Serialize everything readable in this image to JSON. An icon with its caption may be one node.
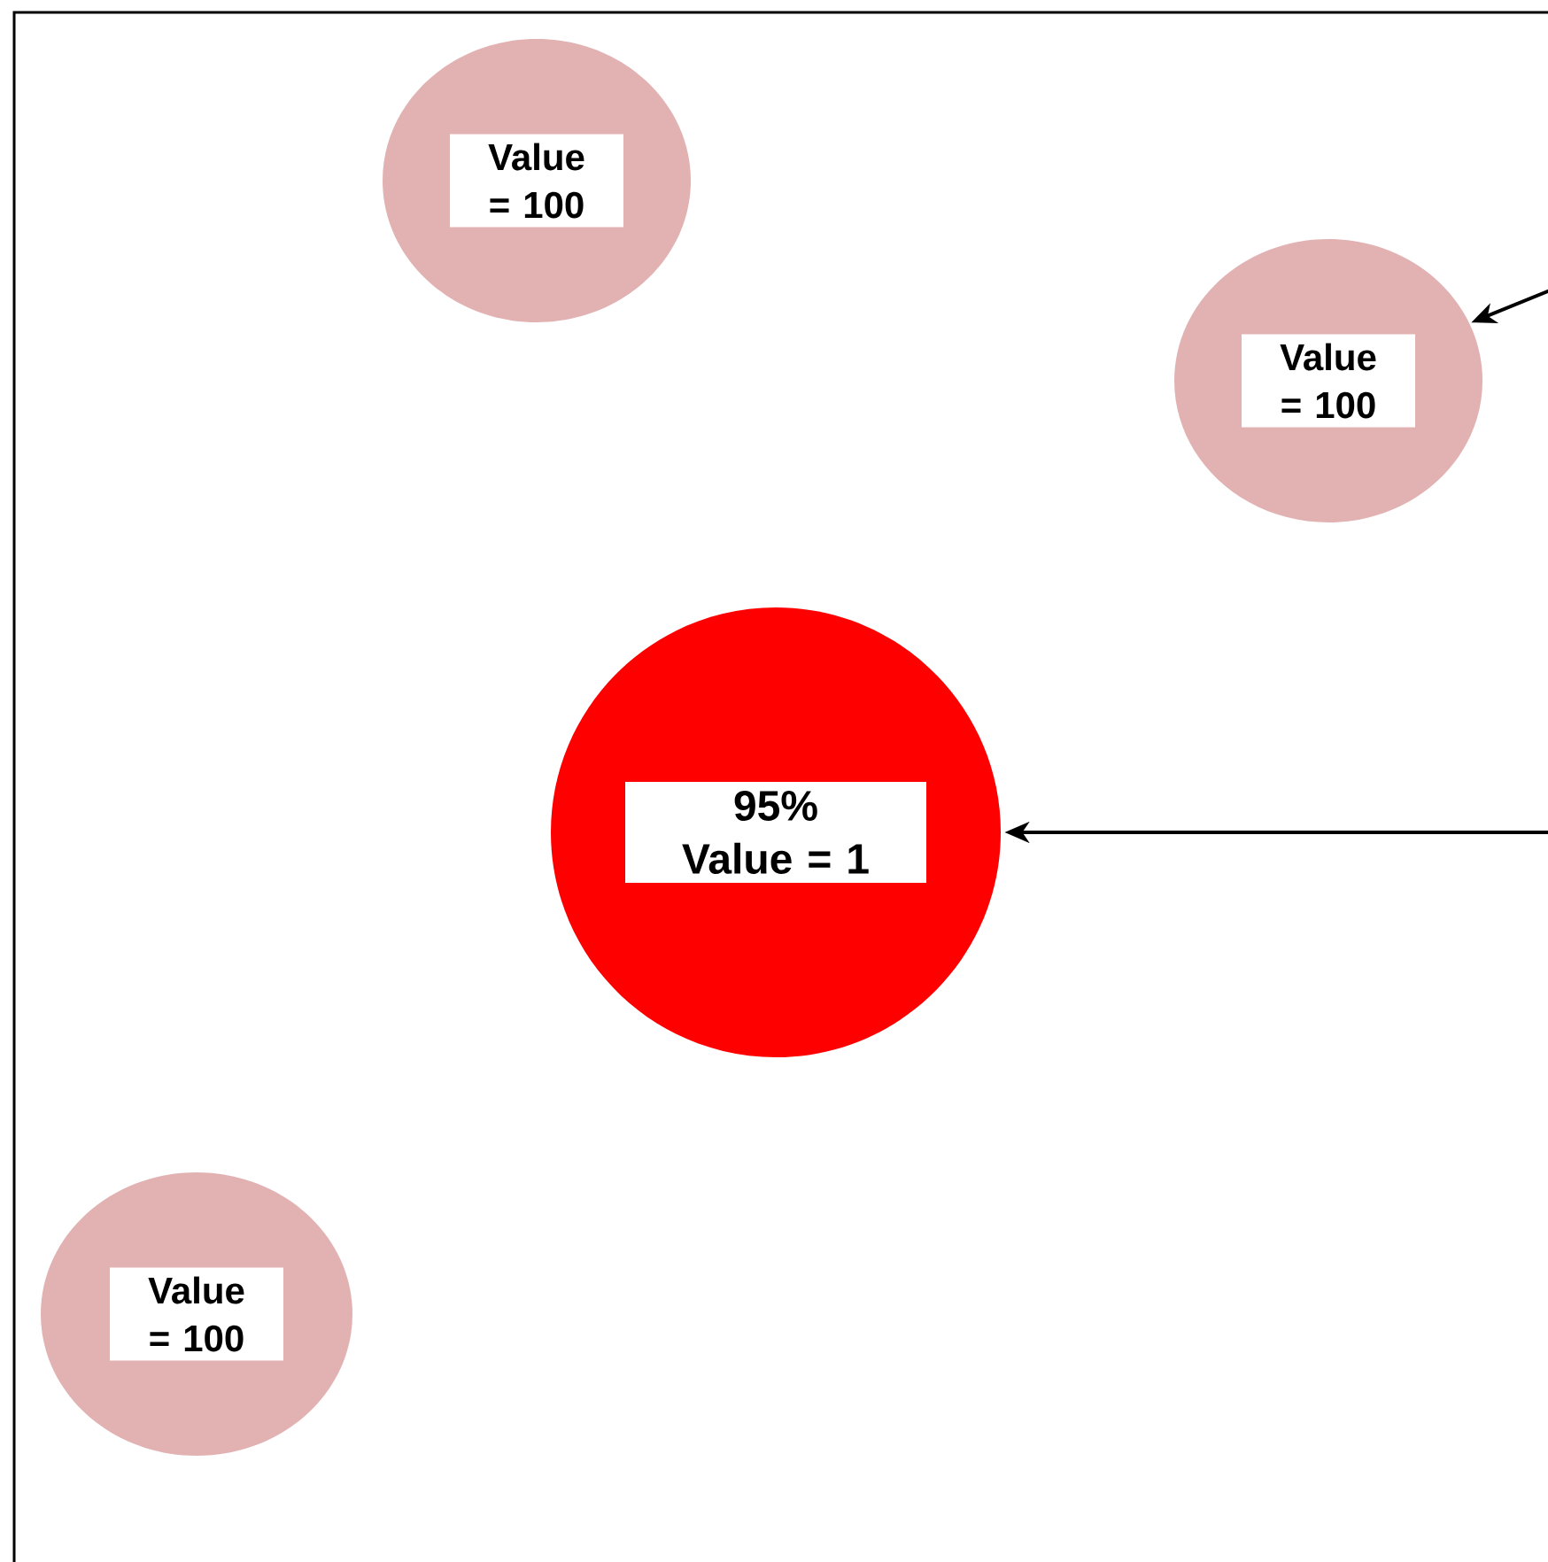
{
  "diagram": {
    "nodes": [
      {
        "text": [
          "Value = 100"
        ]
      },
      {
        "text": [
          "Value = 100"
        ]
      },
      {
        "text": [
          "95%",
          "Value = 1"
        ]
      },
      {
        "text": [
          "Value = 100"
        ]
      }
    ],
    "edges": [
      {
        "from": null,
        "to": 1,
        "arrow": "to"
      },
      {
        "from": null,
        "to": 2,
        "arrow": "to"
      }
    ]
  }
}
